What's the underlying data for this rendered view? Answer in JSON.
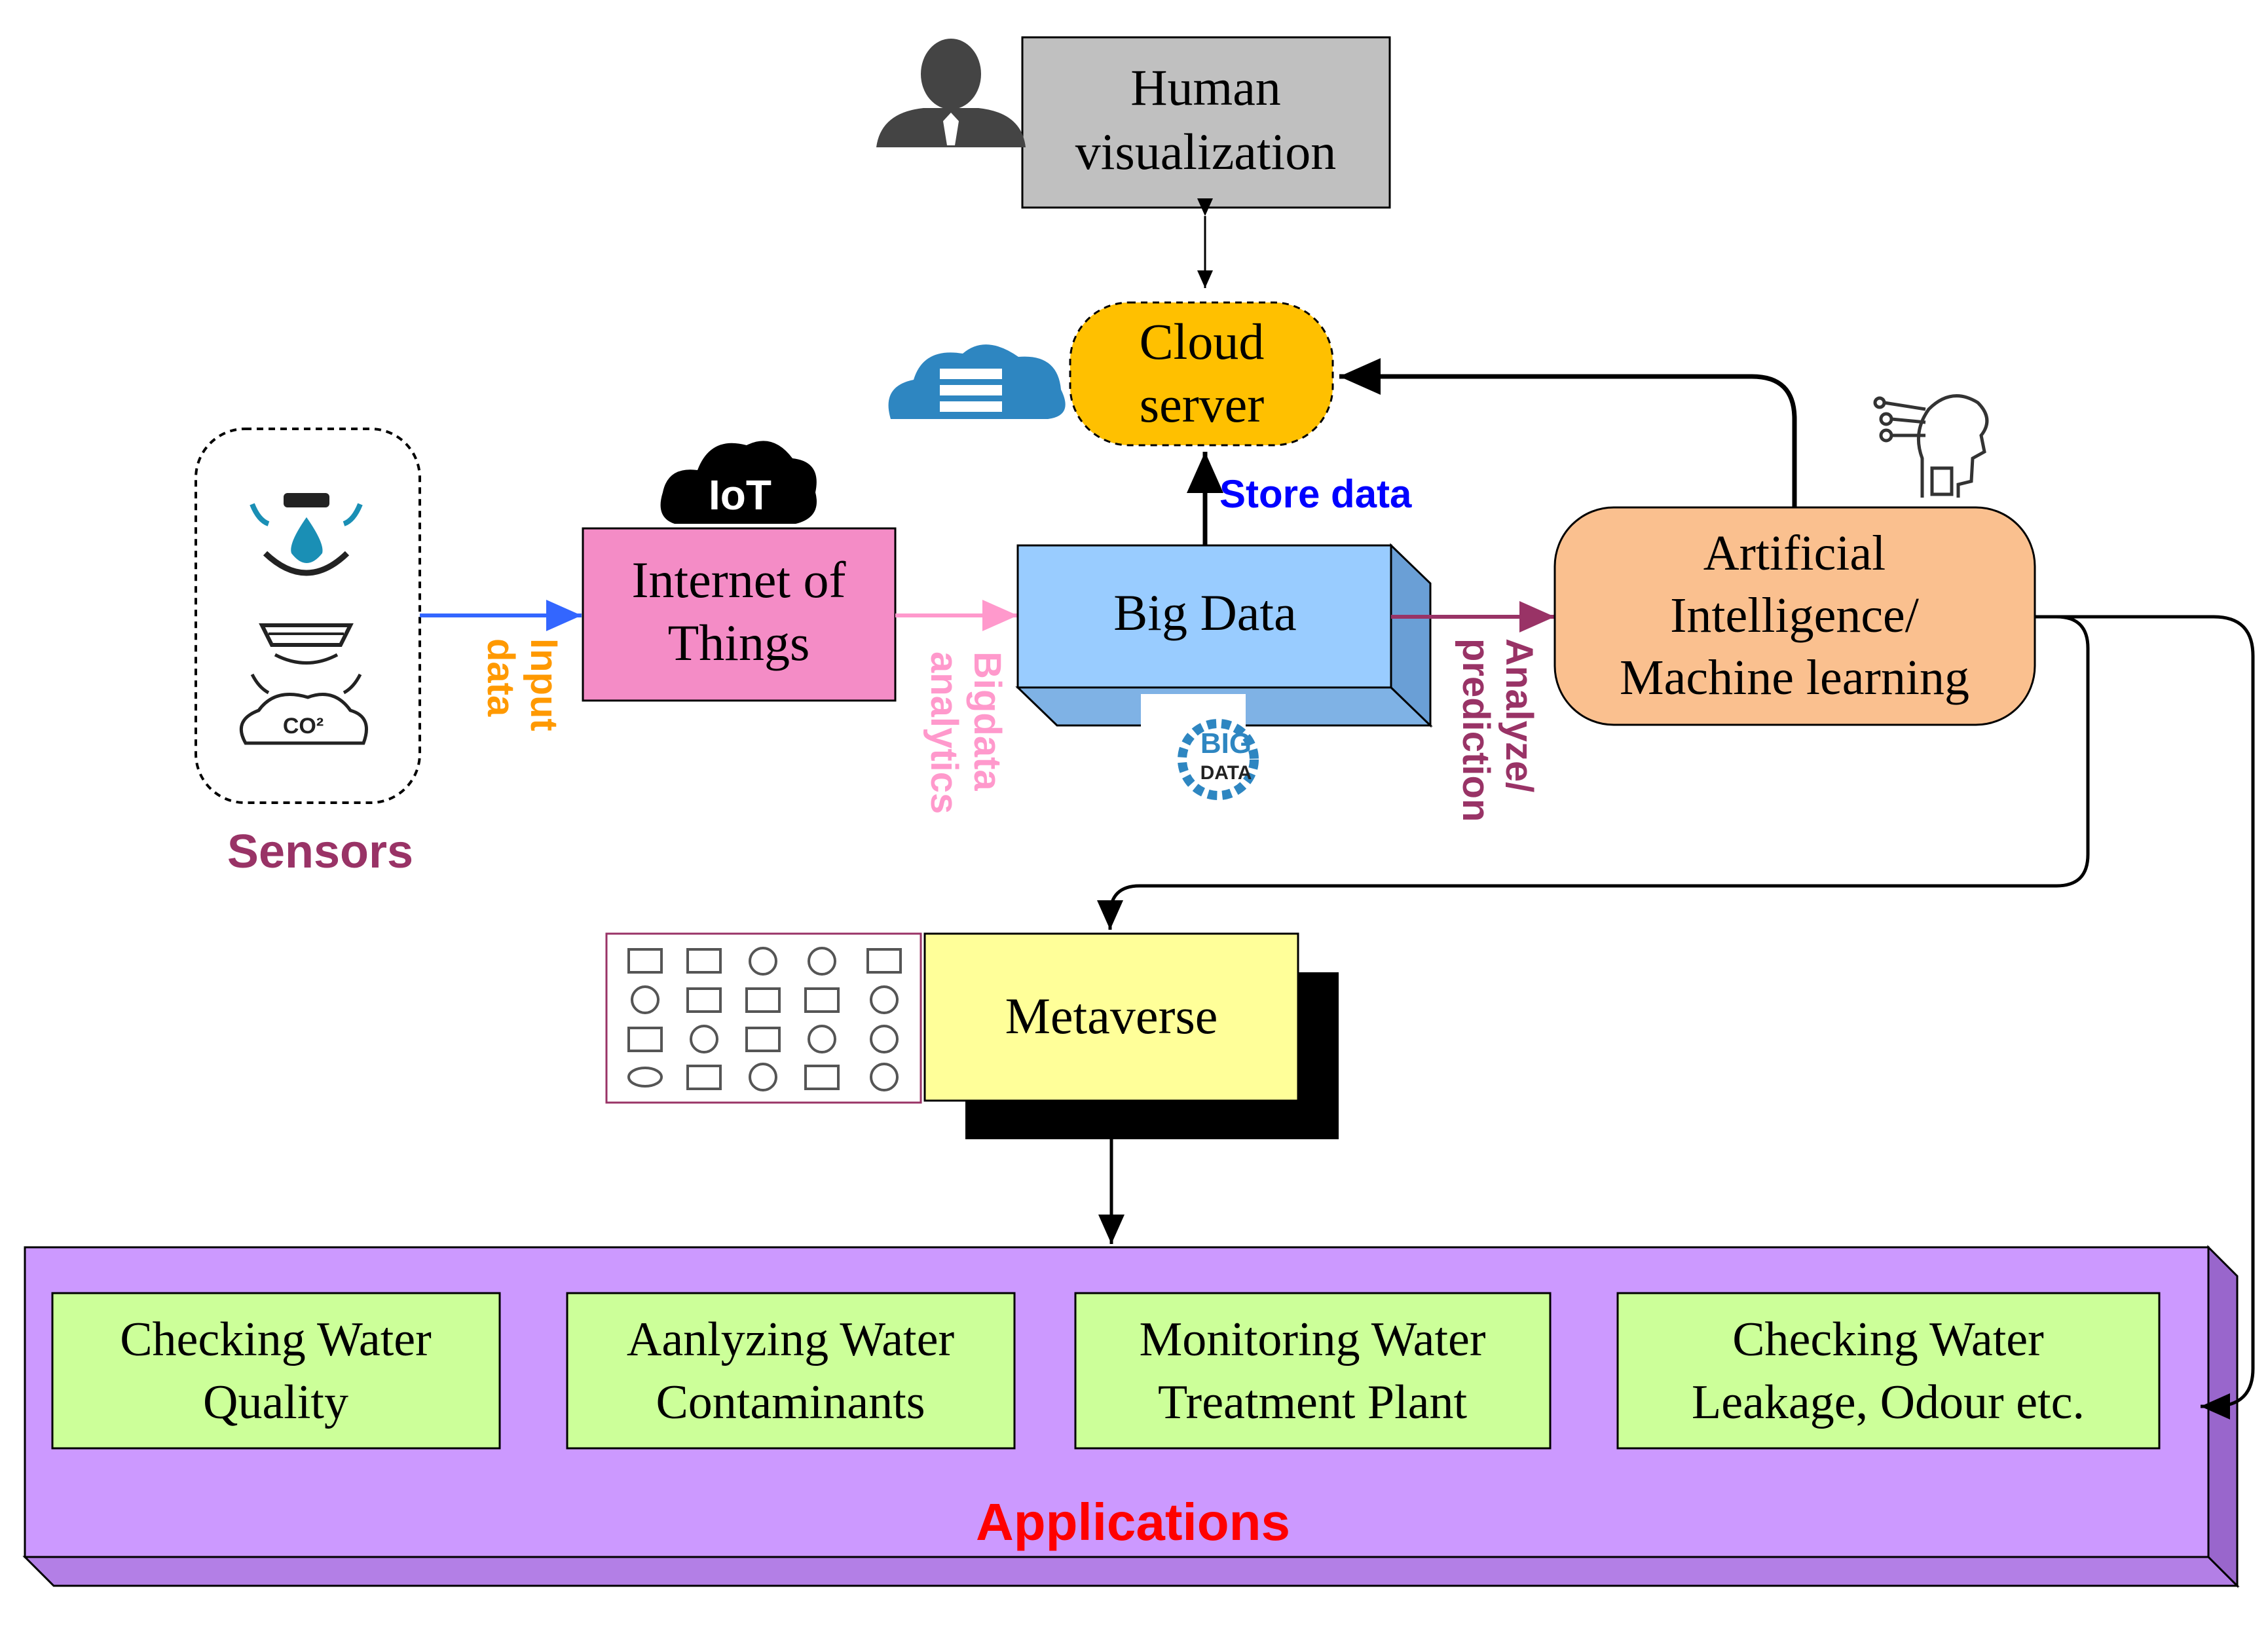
{
  "nodes": {
    "human": {
      "line1": "Human",
      "line2": "visualization"
    },
    "cloud": {
      "line1": "Cloud",
      "line2": "server"
    },
    "iot": {
      "line1": "Internet of",
      "line2": "Things"
    },
    "bigdata": {
      "label": "Big Data"
    },
    "ai": {
      "line1": "Artificial",
      "line2": "Intelligence/",
      "line3": "Machine learning"
    },
    "metaverse": {
      "label": "Metaverse"
    }
  },
  "labels": {
    "sensors": "Sensors",
    "input_line1": "Input",
    "input_line2": "data",
    "bigdata_analytics_line1": "Bigdata",
    "bigdata_analytics_line2": "analytics",
    "store_data": "Store data",
    "analyze_line1": "Analyze/",
    "analyze_line2": "prediction",
    "iot_logo": "IoT",
    "co2": "CO²",
    "big_logo_line1": "BIG",
    "big_logo_line2": "DATA"
  },
  "applications": {
    "title": "Applications",
    "items": [
      {
        "line1": "Checking Water",
        "line2": "Quality"
      },
      {
        "line1": "Aanlyzing Water",
        "line2": "Contaminants"
      },
      {
        "line1": "Monitoring Water",
        "line2": "Treatment Plant"
      },
      {
        "line1": "Checking Water",
        "line2": "Leakage, Odour etc."
      }
    ]
  },
  "colors": {
    "human_fill": "#c0c0c0",
    "cloud_fill": "#ffc000",
    "iot_fill": "#f48cc6",
    "bigdata_fill": "#99ccff",
    "ai_fill": "#fac08f",
    "metaverse_fill": "#ffff99",
    "app_panel_fill": "#cc99ff",
    "app_box_fill": "#ccff99",
    "sensors_label": "#993366",
    "input_data": "#ff9900",
    "bigdata_analytics": "#ff99cc",
    "store_data": "#0000ff",
    "analyze": "#993366",
    "applications_title": "#ff0000",
    "arrow_input": "#3366ff",
    "arrow_analytics": "#ff99cc",
    "arrow_analyze": "#993366"
  },
  "icons": [
    "water-sensor-icon",
    "co2-sensor-icon",
    "iot-cloud-icon",
    "person-icon",
    "cloud-server-icon",
    "ai-head-icon",
    "big-data-gear-icon",
    "metaverse-icon-grid"
  ]
}
